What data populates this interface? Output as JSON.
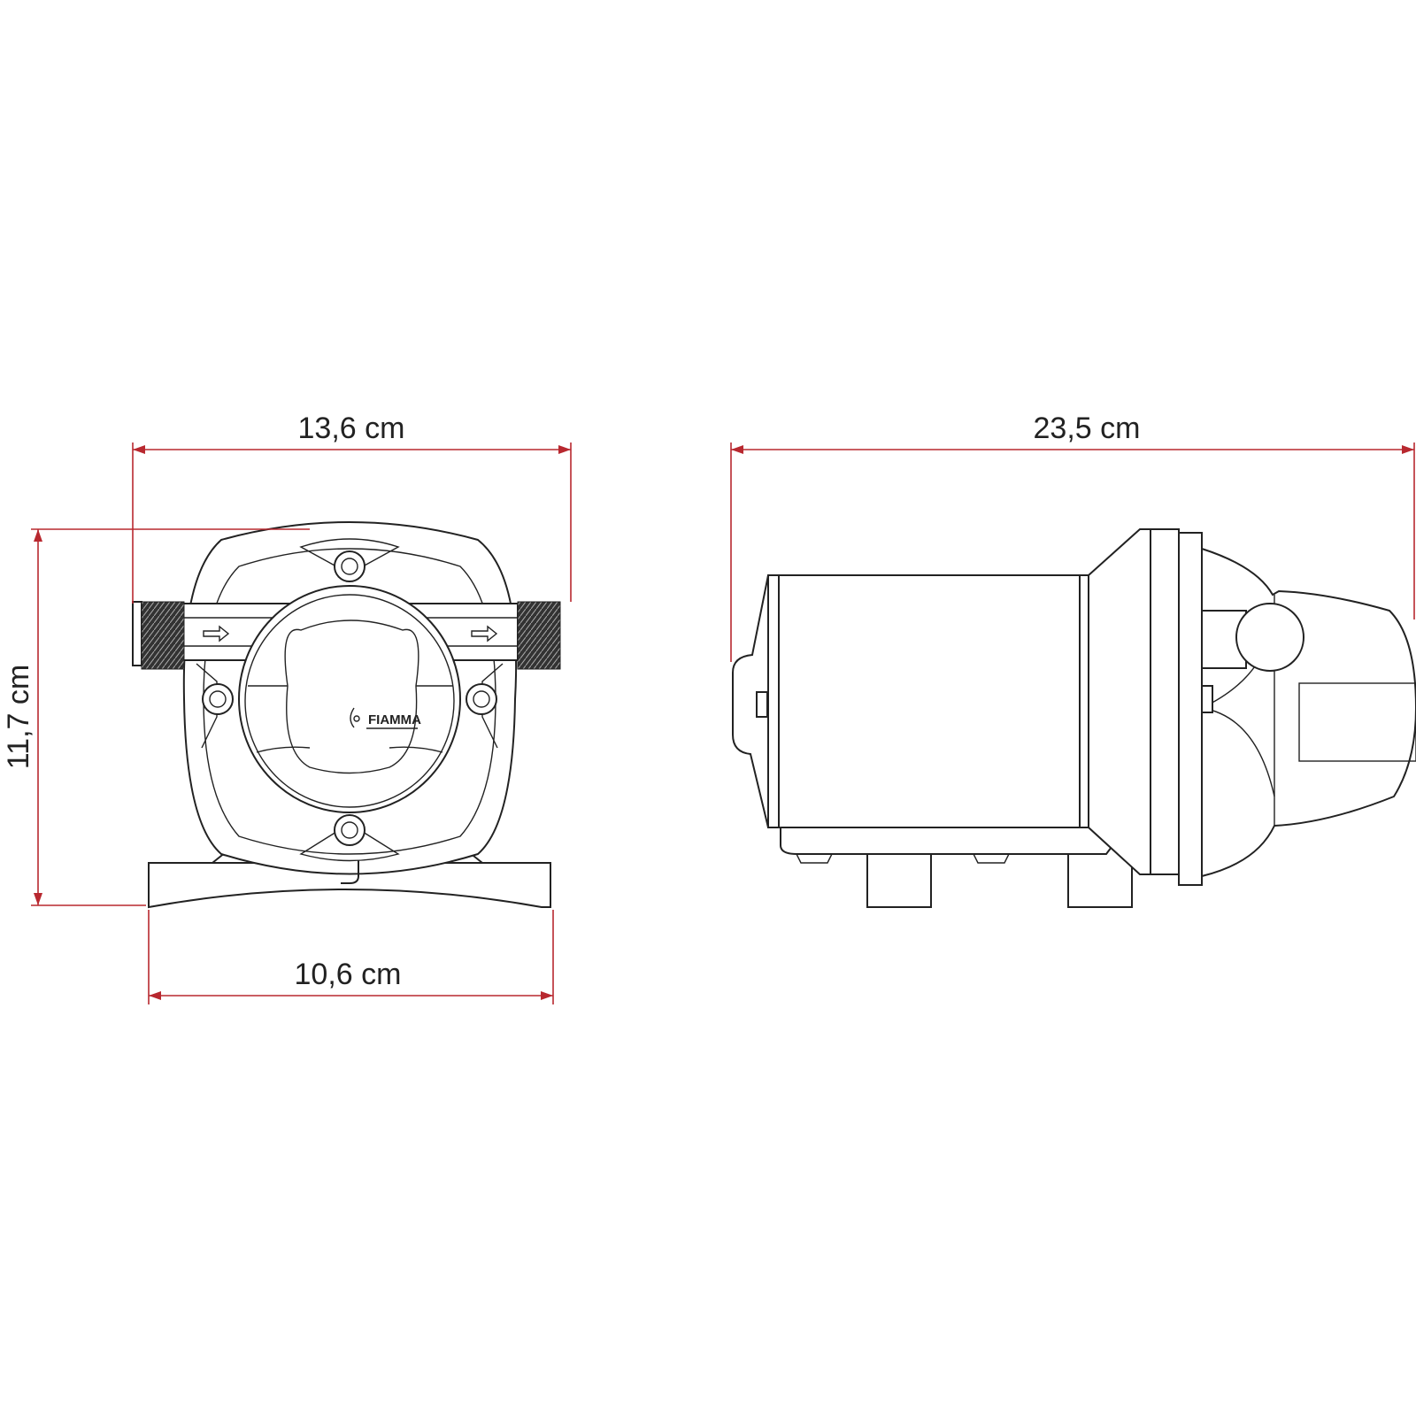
{
  "dimensions": {
    "front_width": "13,6 cm",
    "front_height": "11,7 cm",
    "base_width": "10,6 cm",
    "side_length": "23,5 cm"
  },
  "logo": {
    "text": "FIAMMA"
  },
  "colors": {
    "dimension_line": "#b8282f",
    "drawing_line": "#222222",
    "background": "#ffffff"
  }
}
